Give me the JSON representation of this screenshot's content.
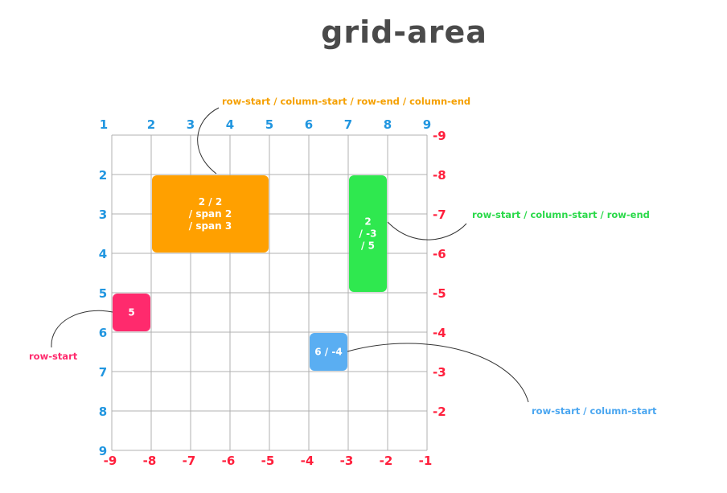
{
  "title": "grid-area",
  "colors": {
    "grid_line": "#b0b0b0",
    "positive_number": "#2196e0",
    "negative_number": "#ff1f3c",
    "orange": "#ffa000",
    "green": "#2fe84f",
    "pink": "#ff2a6d",
    "blue": "#5aaef2",
    "leader": "#333333"
  },
  "grid": {
    "column_lines_top": [
      "1",
      "2",
      "3",
      "4",
      "5",
      "6",
      "7",
      "8",
      "9"
    ],
    "column_lines_bottom": [
      "-9",
      "-8",
      "-7",
      "-6",
      "-5",
      "-4",
      "-3",
      "-2",
      "-1"
    ],
    "row_lines_left": [
      "2",
      "3",
      "4",
      "5",
      "6",
      "7",
      "8",
      "9"
    ],
    "row_lines_right": [
      "-9",
      "-8",
      "-7",
      "-6",
      "-5",
      "-4",
      "-3",
      "-2"
    ]
  },
  "items": [
    {
      "id": "orange",
      "lines": [
        "2 / 2",
        "/ span 2",
        "/ span 3"
      ],
      "row": [
        2,
        4
      ],
      "col": [
        2,
        5
      ]
    },
    {
      "id": "green",
      "lines": [
        "2",
        "/ -3",
        "/ 5"
      ],
      "row": [
        2,
        5
      ],
      "col": [
        7,
        8
      ]
    },
    {
      "id": "pink",
      "lines": [
        "5"
      ],
      "row": [
        5,
        6
      ],
      "col": [
        1,
        2
      ]
    },
    {
      "id": "blue",
      "lines": [
        "6 / -4"
      ],
      "row": [
        6,
        7
      ],
      "col": [
        6,
        7
      ]
    }
  ],
  "callouts": {
    "orange": "row-start / column-start / row-end / column-end",
    "green": "row-start / column-start  / row-end",
    "pink": "row-start",
    "blue": "row-start / column-start"
  }
}
